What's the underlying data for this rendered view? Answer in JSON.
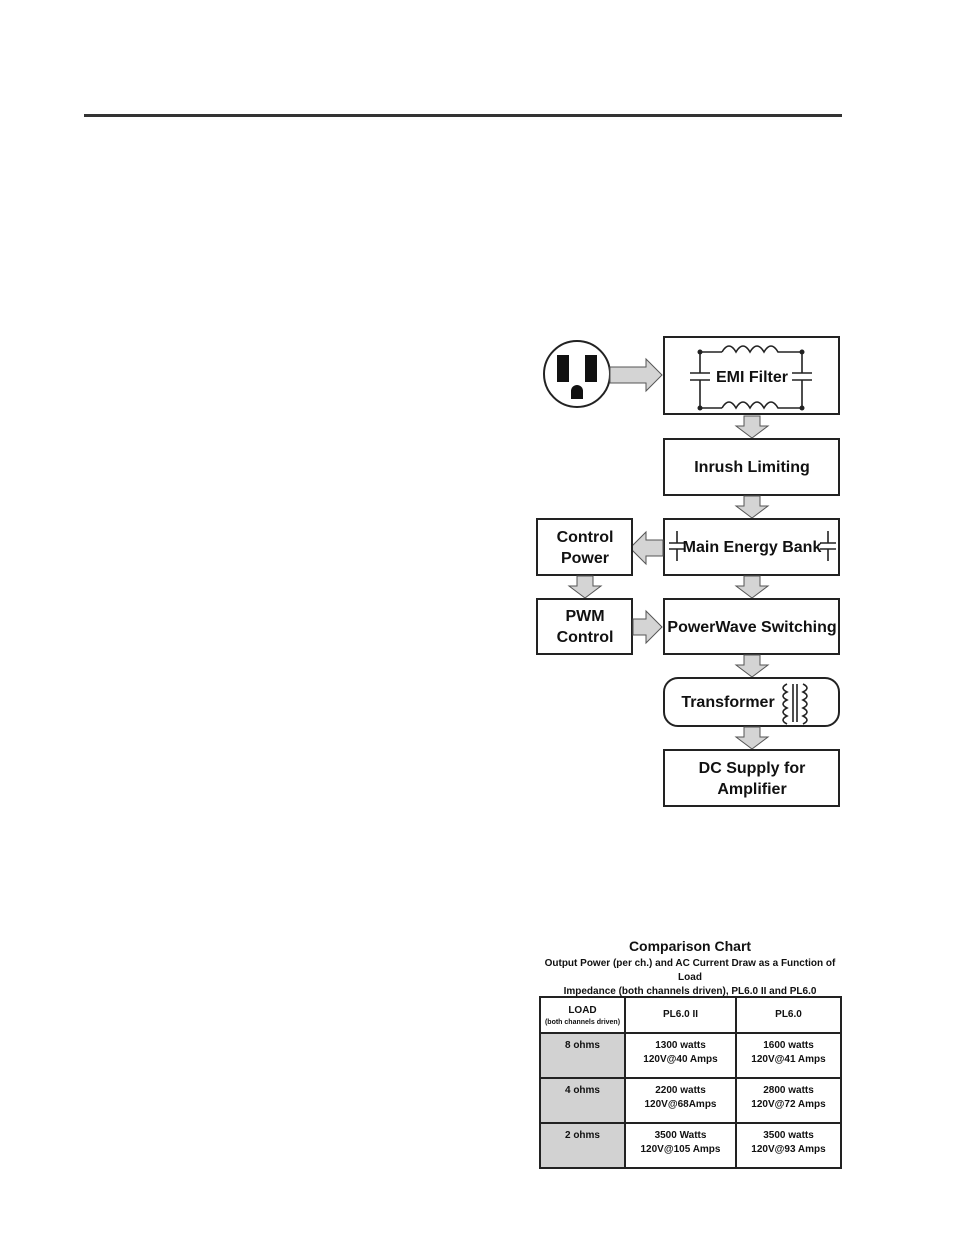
{
  "diagram": {
    "blocks": {
      "emi_filter": "EMI Filter",
      "inrush": "Inrush Limiting",
      "energy_bank": "Main Energy Bank",
      "control_power_line1": "Control",
      "control_power_line2": "Power",
      "pwm_line1": "PWM",
      "pwm_line2": "Control",
      "powerwave": "PowerWave Switching",
      "transformer": "Transformer",
      "dc_line1": "DC Supply for",
      "dc_line2": "Amplifier"
    }
  },
  "comparison": {
    "title": "Comparison Chart",
    "subtitle_line1": "Output Power (per ch.) and AC Current Draw as a Function of Load",
    "subtitle_line2": "Impedance (both channels driven), PL6.0 II and PL6.0",
    "headers": {
      "load": "LOAD",
      "load_note": "(both channels driven)",
      "col1": "PL6.0 II",
      "col2": "PL6.0"
    },
    "rows": [
      {
        "load": "8 ohms",
        "c1_l1": "1300 watts",
        "c1_l2": "120V@40 Amps",
        "c2_l1": "1600 watts",
        "c2_l2": "120V@41 Amps"
      },
      {
        "load": "4 ohms",
        "c1_l1": "2200 watts",
        "c1_l2": "120V@68Amps",
        "c2_l1": "2800 watts",
        "c2_l2": "120V@72 Amps"
      },
      {
        "load": "2 ohms",
        "c1_l1": "3500 Watts",
        "c1_l2": "120V@105 Amps",
        "c2_l1": "3500 watts",
        "c2_l2": "120V@93 Amps"
      }
    ]
  }
}
